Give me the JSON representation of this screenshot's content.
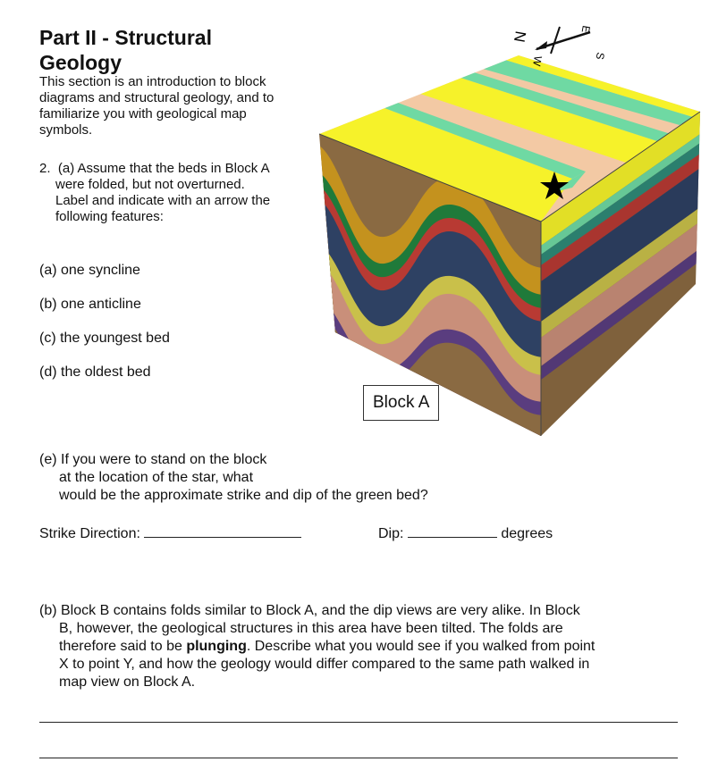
{
  "header": {
    "title_line1": "Part II - Structural",
    "title_line2": "Geology",
    "intro_1": "This section is an introduction to block",
    "intro_2": "diagrams and structural geology, and to",
    "intro_3": "familiarize you with geological map",
    "intro_4": "symbols."
  },
  "q2": {
    "number": "2.",
    "line1": "(a) Assume that the beds in Block A",
    "line2": "were folded, but not overturned.",
    "line3": "Label and indicate with an arrow the",
    "line4": "following features:"
  },
  "items": [
    "(a) one syncline",
    "(b) one anticline",
    "(c) the youngest bed",
    "(d) the oldest bed"
  ],
  "block_label": "Block A",
  "compass": {
    "n": "N",
    "e": "E",
    "s": "S",
    "w": "W"
  },
  "qe": {
    "line1": "(e) If you were to stand on the block",
    "line2": "at the location of the star, what",
    "line3": "would be the approximate strike and dip of the green bed?"
  },
  "answers": {
    "strike_label": "Strike Direction:",
    "dip_label": "Dip:",
    "degrees": "degrees"
  },
  "qb": {
    "line1": "(b) Block B contains folds similar to Block A, and the dip views are very alike.  In Block",
    "line2": "B, however, the geological structures in this area have been tilted.  The folds are",
    "line3a": "therefore said to be ",
    "line3b": "plunging",
    "line3c": ".  Describe what you would see if you walked from point",
    "line4": "X to point Y, and how the geology would differ compared to the same path walked in",
    "line5": "map view on Block A."
  },
  "colors": {
    "yellow": "#f6f22a",
    "green": "#6fd9a3",
    "peach": "#f3c9a4",
    "brown": "#8a6a42",
    "gold": "#c4921e",
    "darkgreen": "#1f7a3a",
    "red": "#b83a33",
    "navy": "#2e4163",
    "teal": "#2f8a78",
    "olive": "#c9c04a",
    "pink": "#c98f7a",
    "purple": "#5a3d7f"
  }
}
